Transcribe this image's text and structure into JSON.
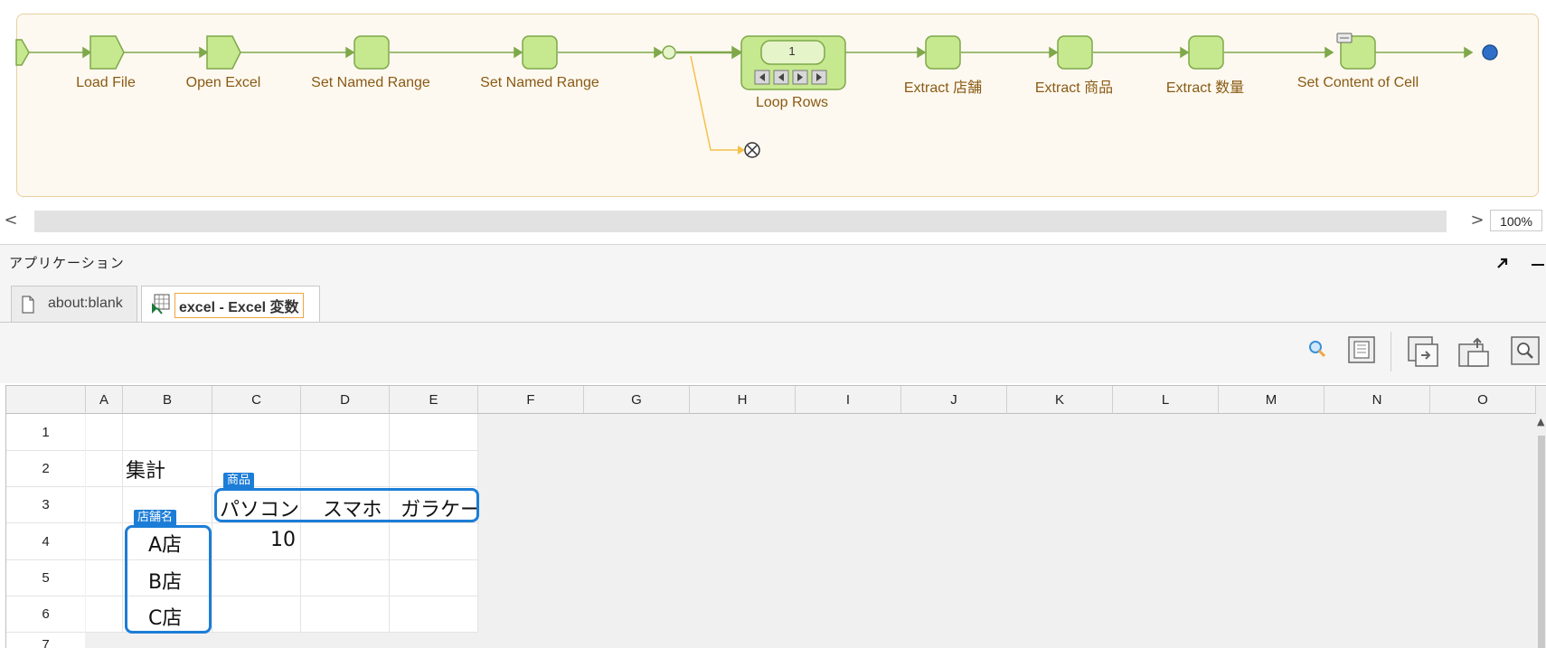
{
  "workflow": {
    "steps": [
      {
        "label": "Load File"
      },
      {
        "label": "Open Excel"
      },
      {
        "label": "Set Named Range"
      },
      {
        "label": "Set Named Range"
      },
      {
        "label": "Loop Rows",
        "counter": "1"
      },
      {
        "label": "Extract 店舗"
      },
      {
        "label": "Extract 商品"
      },
      {
        "label": "Extract 数量"
      },
      {
        "label": "Set Content of Cell"
      }
    ]
  },
  "scrollbar": {
    "left_arrow": "<",
    "right_arrow": ">",
    "zoom": "100%"
  },
  "app_panel": {
    "title": "アプリケーション"
  },
  "tabs": [
    {
      "label": "about:blank"
    },
    {
      "label": "excel - Excel 変数"
    }
  ],
  "toolbar": {
    "icons": [
      "magnifier-icon",
      "page-icon",
      "window-import-icon",
      "window-export-icon",
      "zoom-window-icon"
    ]
  },
  "sheet": {
    "columns": [
      "A",
      "B",
      "C",
      "D",
      "E",
      "F",
      "G",
      "H",
      "I",
      "J",
      "K",
      "L",
      "M",
      "N",
      "O"
    ],
    "rows": [
      "1",
      "2",
      "3",
      "4",
      "5",
      "6",
      "7"
    ],
    "cells": {
      "B2": "集計",
      "C3": "パソコン",
      "D3": "スマホ",
      "E3": "ガラケー",
      "B4": "A店",
      "B5": "B店",
      "B6": "C店",
      "C4": "10"
    },
    "named_ranges": [
      {
        "name": "商品"
      },
      {
        "name": "店舗名"
      }
    ]
  },
  "colors": {
    "range_blue": "#1c7dd7",
    "flow_green": "#7ea84a",
    "flow_fill": "#c6e88f",
    "label_brown": "#8a5a14",
    "tab_highlight": "#f0a640"
  }
}
